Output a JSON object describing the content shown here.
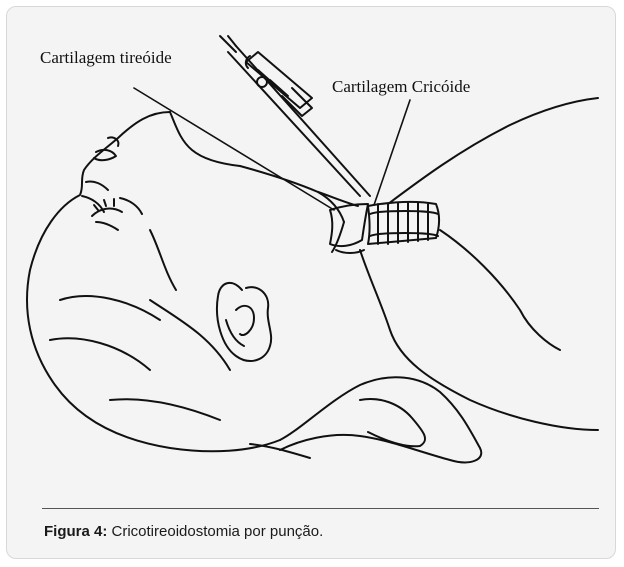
{
  "labels": {
    "thyroid_cartilage": "Cartilagem tireóide",
    "cricoid_cartilage": "Cartilagem Cricóide"
  },
  "caption": {
    "prefix": "Figura 4:",
    "text": "Cricotireoidostomia por punção."
  },
  "colors": {
    "panel_background": "#f4f4f4",
    "line_art": "#111111"
  }
}
